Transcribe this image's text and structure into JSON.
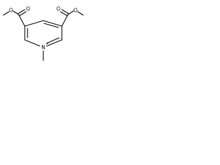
{
  "molecule": {
    "atoms": {
      "o_ester_left": "O",
      "o_carbonyl_left": "O",
      "o_carbonyl_right": "O",
      "o_ester_right": "O",
      "n_ring": "N",
      "n_charge": "+"
    },
    "colors": {
      "bond": "#000000",
      "text": "#000000",
      "background": "#ffffff"
    }
  }
}
